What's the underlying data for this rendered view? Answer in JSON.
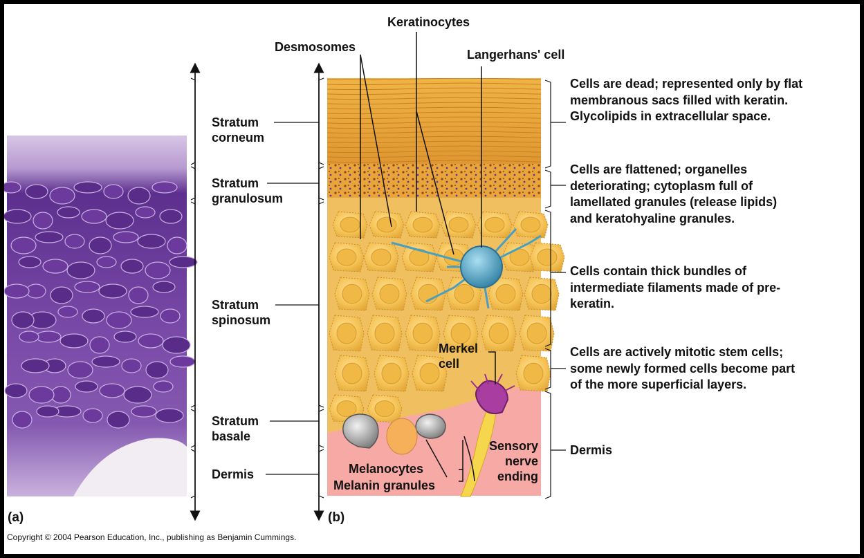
{
  "panel_labels": {
    "a": "(a)",
    "b": "(b)"
  },
  "layers": [
    {
      "name": "Stratum",
      "name2": "corneum",
      "description": [
        "Cells are dead; represented only by flat",
        "membranous sacs filled with keratin.",
        "Glycolipids in extracellular space."
      ]
    },
    {
      "name": "Stratum",
      "name2": "granulosum",
      "description": [
        "Cells are flattened; organelles",
        "deteriorating; cytoplasm full of",
        "lamellated granules (release lipids)",
        "and keratohyaline granules."
      ]
    },
    {
      "name": "Stratum",
      "name2": "spinosum",
      "description": [
        "Cells contain thick bundles of",
        "intermediate filaments made of pre-",
        "keratin."
      ]
    },
    {
      "name": "Stratum",
      "name2": "basale",
      "description": [
        "Cells are actively mitotic stem cells;",
        "some newly formed cells become part",
        "of the more superficial layers."
      ]
    },
    {
      "name": "Dermis",
      "name2": "",
      "description": [
        "Dermis"
      ]
    }
  ],
  "structure_labels": {
    "keratinocytes": "Keratinocytes",
    "desmosomes": "Desmosomes",
    "langerhans": "Langerhans' cell",
    "merkel_1": "Merkel",
    "merkel_2": "cell",
    "sensory_1": "Sensory",
    "sensory_2": "nerve",
    "sensory_3": "ending",
    "melanocytes": "Melanocytes",
    "melanin": "Melanin granules"
  },
  "copyright": "Copyright © 2004 Pearson Education, Inc., publishing as Benjamin Cummings.",
  "colors": {
    "background": "#ffffff",
    "frame": "#000000",
    "corneum": "#e9a93e",
    "cells": "#f3c45a",
    "dermis": "#f6a9a5",
    "histology": "#7d4aa6",
    "langerhans": "#4a9fc0",
    "merkel": "#9a2f8d"
  }
}
